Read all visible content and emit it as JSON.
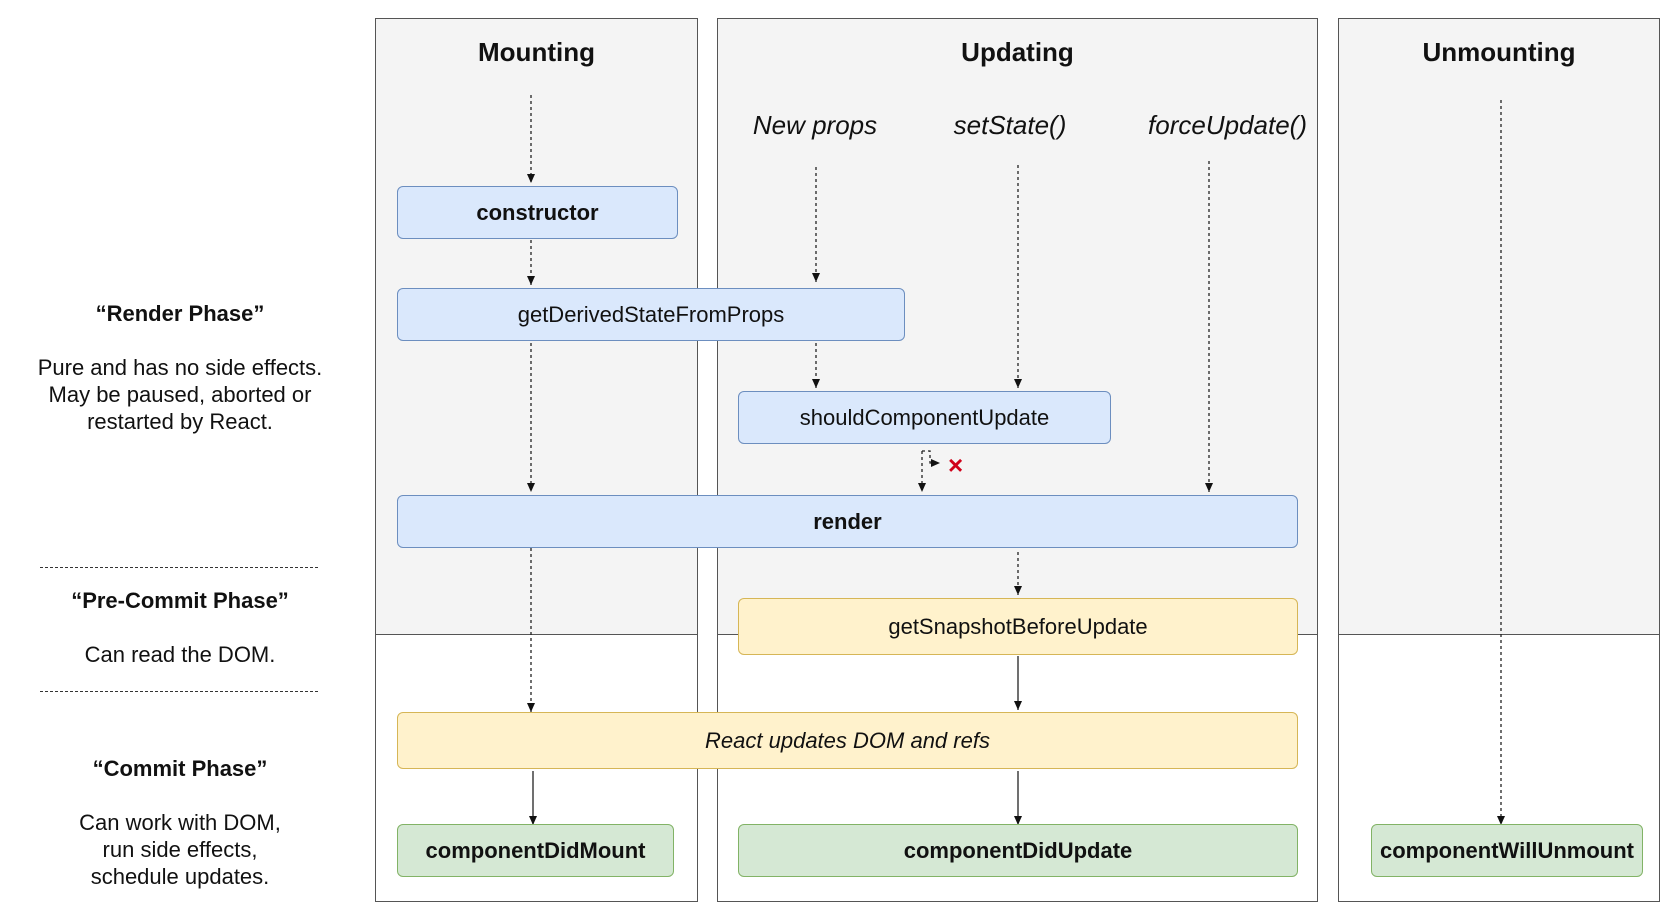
{
  "columns": {
    "mounting": "Mounting",
    "updating": "Updating",
    "unmounting": "Unmounting"
  },
  "triggers": {
    "new_props": "New props",
    "set_state": "setState()",
    "force_update": "forceUpdate()"
  },
  "methods": {
    "constructor": "constructor",
    "get_derived_state_from_props": "getDerivedStateFromProps",
    "should_component_update": "shouldComponentUpdate",
    "render": "render",
    "get_snapshot_before_update": "getSnapshotBeforeUpdate",
    "react_updates_dom": "React updates DOM and refs",
    "component_did_mount": "componentDidMount",
    "component_did_update": "componentDidUpdate",
    "component_will_unmount": "componentWillUnmount"
  },
  "phases": {
    "render": {
      "title": "“Render Phase”",
      "description": "Pure and has no side effects.\nMay be paused, aborted or\nrestarted by React."
    },
    "pre_commit": {
      "title": "“Pre-Commit Phase”",
      "description": "Can read the DOM."
    },
    "commit": {
      "title": "“Commit Phase”",
      "description": "Can work with DOM,\nrun side effects,\nschedule updates."
    }
  },
  "cancel_symbol": "×",
  "colors": {
    "render_phase_fill": "#dae8fc",
    "render_phase_stroke": "#6c8ebf",
    "pre_commit_fill": "#fff2cc",
    "pre_commit_stroke": "#d6b656",
    "commit_fill": "#d5e8d4",
    "commit_stroke": "#82b366",
    "cancel_mark": "#d0021b"
  },
  "icons": {
    "cancel": "red-x-icon"
  }
}
